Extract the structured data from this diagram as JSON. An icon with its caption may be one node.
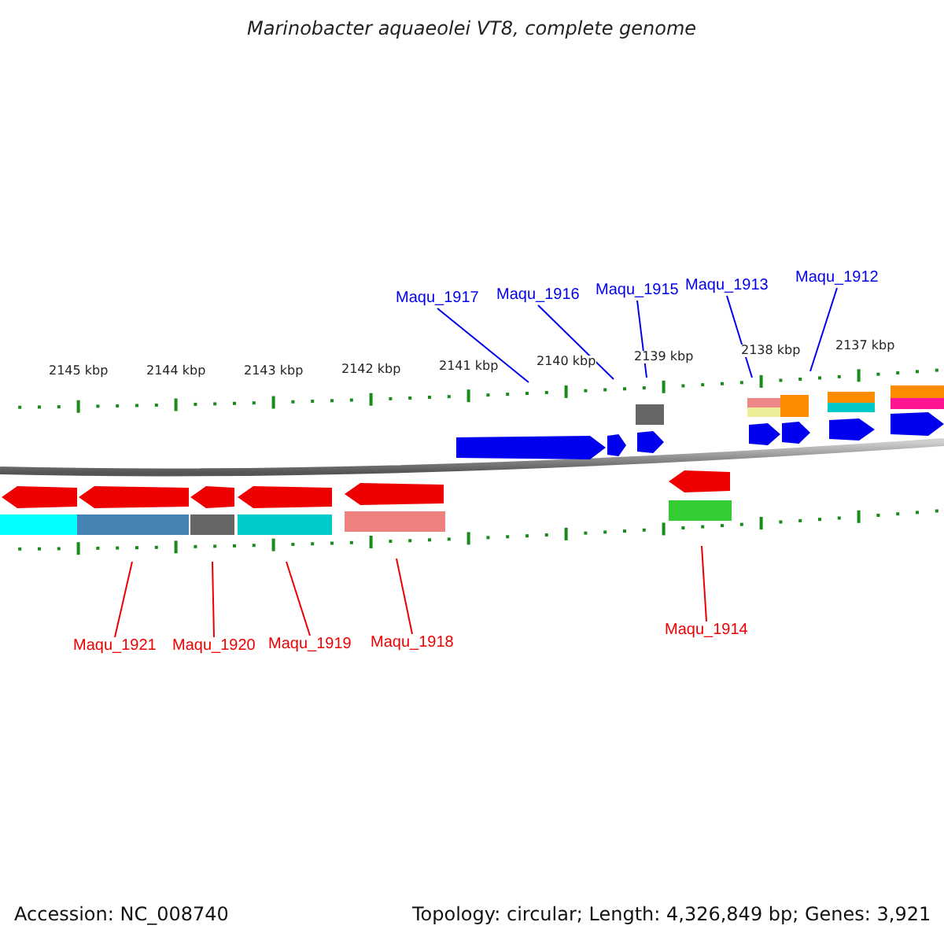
{
  "diagram": {
    "title": "Marinobacter aquaeolei VT8, complete genome",
    "nodes": [
      {
        "text": [
          "Maqu_1917"
        ]
      },
      {
        "text": [
          "Maqu_1916"
        ]
      },
      {
        "text": [
          "Maqu_1915"
        ]
      },
      {
        "text": [
          "Maqu_1913"
        ]
      },
      {
        "text": [
          "Maqu_1912"
        ]
      },
      {
        "text": [
          "Maqu_1921"
        ]
      },
      {
        "text": [
          "Maqu_1920"
        ]
      },
      {
        "text": [
          "Maqu_1919"
        ]
      },
      {
        "text": [
          "Maqu_1918"
        ]
      },
      {
        "text": [
          "Maqu_1914"
        ]
      }
    ],
    "edges": [
      {
        "from": 0,
        "to": null,
        "arrow": "none"
      },
      {
        "from": 1,
        "to": null,
        "arrow": "none"
      },
      {
        "from": 2,
        "to": null,
        "arrow": "none"
      },
      {
        "from": 3,
        "to": null,
        "arrow": "none"
      },
      {
        "from": 4,
        "to": null,
        "arrow": "none"
      },
      {
        "from": 5,
        "to": null,
        "arrow": "none",
        "color": "#ee0000"
      },
      {
        "from": 6,
        "to": null,
        "arrow": "none",
        "color": "#ee0000"
      },
      {
        "from": 7,
        "to": null,
        "arrow": "none",
        "color": "#ee0000"
      },
      {
        "from": 8,
        "to": null,
        "arrow": "none",
        "color": "#ee0000"
      },
      {
        "from": 9,
        "to": null,
        "arrow": "none",
        "color": "#ee0000"
      }
    ],
    "labels": [
      "2145 kbp",
      "2144 kbp",
      "2143 kbp",
      "2142 kbp",
      "2141 kbp",
      "2140 kbp",
      "2139 kbp",
      "2138 kbp",
      "2137 kbp",
      "Accession: NC_008740",
      "Topology: circular; Length: 4,326,849 bp; Genes: 3,921"
    ]
  }
}
